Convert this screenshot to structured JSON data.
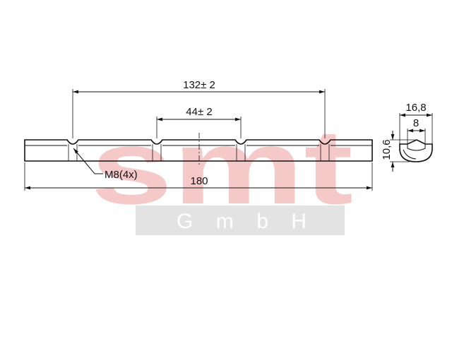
{
  "watermark": {
    "brand": "smt",
    "subtitle": "G  m  b  H",
    "brand_color": "#f6c9c9",
    "band_color": "#e3e3e3"
  },
  "dimensions": {
    "overall_spacing": "132± 2",
    "inner_spacing": "44± 2",
    "length": "180",
    "thread_callout": "M8(4x)",
    "width": "16,8",
    "groove_width": "8",
    "height": "10,6"
  }
}
